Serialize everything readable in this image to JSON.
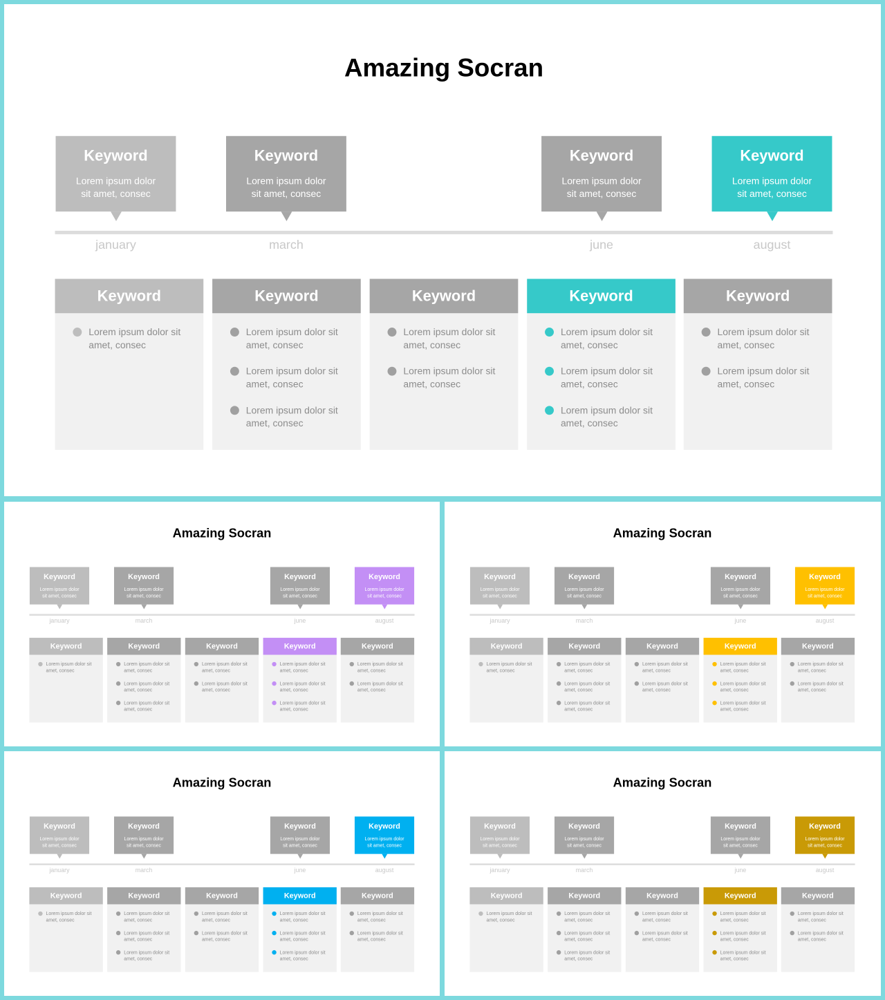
{
  "slide": {
    "title": "Amazing Socran",
    "callouts": [
      {
        "keyword": "Keyword",
        "desc": "Lorem ipsum dolor sit amet, consec",
        "month": "january"
      },
      {
        "keyword": "Keyword",
        "desc": "Lorem ipsum dolor sit amet, consec",
        "month": "march"
      },
      {
        "keyword": "Keyword",
        "desc": "Lorem ipsum dolor sit amet, consec",
        "month": "june"
      },
      {
        "keyword": "Keyword",
        "desc": "Lorem ipsum dolor sit amet, consec",
        "month": "august"
      }
    ],
    "cards": [
      {
        "title": "Keyword",
        "items": [
          "Lorem ipsum dolor sit amet, consec"
        ]
      },
      {
        "title": "Keyword",
        "items": [
          "Lorem ipsum dolor sit amet, consec",
          "Lorem ipsum dolor sit amet, consec",
          "Lorem ipsum dolor sit amet, consec"
        ]
      },
      {
        "title": "Keyword",
        "items": [
          "Lorem ipsum dolor sit amet, consec",
          "Lorem ipsum dolor sit amet, consec"
        ]
      },
      {
        "title": "Keyword",
        "items": [
          "Lorem ipsum dolor sit amet, consec",
          "Lorem ipsum dolor sit amet, consec",
          "Lorem ipsum dolor sit amet, consec"
        ]
      },
      {
        "title": "Keyword",
        "items": [
          "Lorem ipsum dolor sit amet, consec",
          "Lorem ipsum dolor sit amet, consec"
        ]
      }
    ]
  },
  "variants": [
    {
      "accent": "#36C9C9"
    },
    {
      "accent": "#C38FF5"
    },
    {
      "accent": "#FFC000"
    },
    {
      "accent": "#00B0F0"
    },
    {
      "accent": "#C99A06"
    }
  ],
  "colors": {
    "frame": "#7DD9DE",
    "gray_light": "#BDBDBD",
    "gray_dark": "#A6A6A6",
    "card_bg": "#F1F1F1"
  }
}
